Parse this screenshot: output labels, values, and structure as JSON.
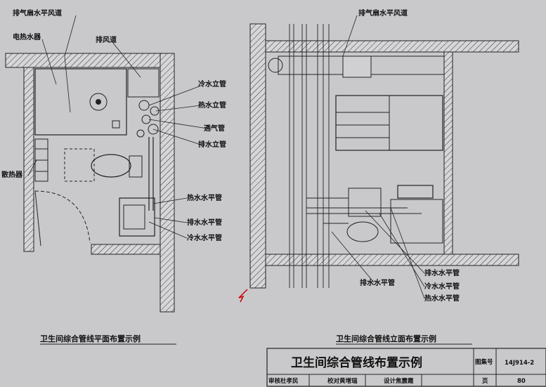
{
  "plan": {
    "caption": "卫生间综合管线平面布置示例",
    "labels": {
      "fan_duct": "排气扇水平风道",
      "water_heater": "电热水器",
      "exhaust_duct": "排风道",
      "cold_riser": "冷水立管",
      "hot_riser": "热水立管",
      "vent_pipe": "透气管",
      "drain_riser": "排水立管",
      "radiator": "散热器",
      "hot_horiz": "热水水平管",
      "drain_horiz": "排水水平管",
      "cold_horiz": "冷水水平管"
    }
  },
  "elevation": {
    "caption": "卫生间综合管线立面布置示例",
    "labels": {
      "fan_duct": "排气扇水平风道",
      "drain_horiz_1": "排水水平管",
      "cold_horiz": "冷水水平管",
      "hot_horiz": "热水水平管",
      "drain_horiz_2": "排水水平管"
    }
  },
  "title_block": {
    "title": "卫生间综合管线布置示例",
    "atlas_label": "图集号",
    "atlas_no": "14J914-2",
    "review_row": "审核杜孝民",
    "check_row": "校对黄增瑞",
    "design_row": "设计焦震霞",
    "page_label": "页",
    "page_no": "80"
  }
}
